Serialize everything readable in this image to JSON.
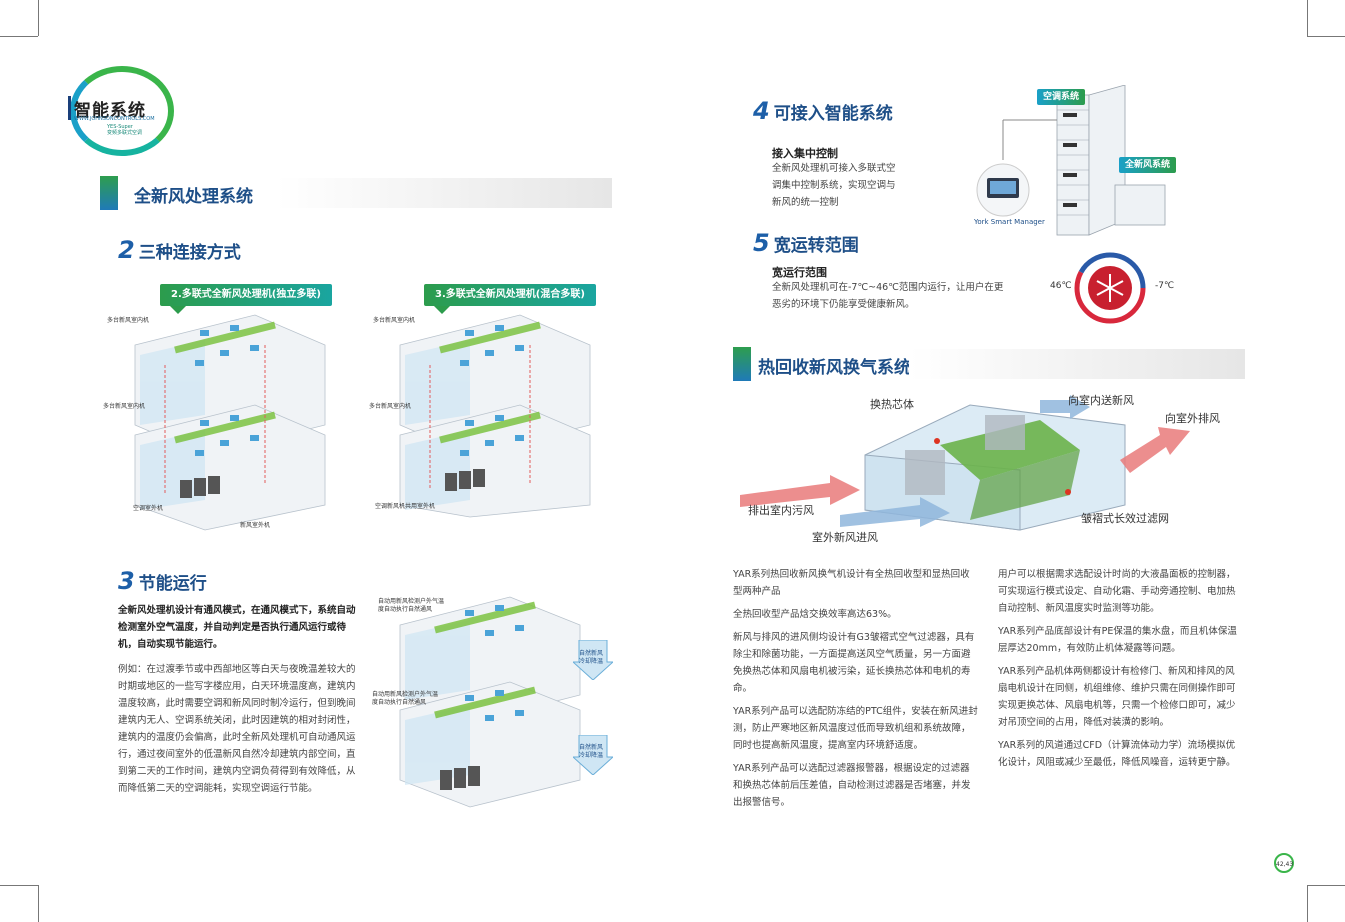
{
  "logo": {
    "title": "智能系统",
    "url": "WWW.JOHNSONCONTROLS.COM",
    "sub_line1": "YES-Super",
    "sub_line2": "变频多联式空调"
  },
  "left": {
    "section_title": "全新风处理系统",
    "s2": {
      "num": "2",
      "title": "三种连接方式"
    },
    "diagram_a": {
      "pill": "2.多联式全新风处理机(独立多联)",
      "label_top": "多台新风室内机",
      "label_mid": "多台新风室内机",
      "label_bl": "空调室外机",
      "label_br": "新风室外机"
    },
    "diagram_b": {
      "pill": "3.多联式全新风处理机(混合多联)",
      "label_top": "多台新风室内机",
      "label_mid": "多台新风室内机",
      "label_bottom": "空调新风机共用室外机"
    },
    "s3": {
      "num": "3",
      "title": "节能运行"
    },
    "s3_bold": "全新风处理机设计有通风模式，在通风模式下，系统自动检测室外空气温度，并自动判定是否执行通风运行或待机，自动实现节能运行。",
    "s3_body": "例如：在过渡季节或中西部地区等白天与夜晚温差较大的时期或地区的一些写字楼应用，白天环境温度高，建筑内温度较高，此时需要空调和新风同时制冷运行，但到晚间建筑内无人、空调系统关闭，此时因建筑的相对封闭性，建筑内的温度仍会偏高，此时全新风处理机可自动通风运行，通过夜间室外的低温新风自然冷却建筑内部空间，直到第二天的工作时间，建筑内空调负荷得到有效降低，从而降低第二天的空调能耗，实现空调运行节能。",
    "diagram_c": {
      "label1": "自动用新风检测户外气温度自动执行自然通风",
      "label2": "自动用新风检测户外气温度自动执行自然通风",
      "arrow1": "自然新风冷却降温",
      "arrow2": "自然新风冷却降温"
    }
  },
  "right": {
    "s4": {
      "num": "4",
      "title": "可接入智能系统"
    },
    "s4_sub": "接入集中控制",
    "s4_body": "全新风处理机可接入多联式空调集中控制系统，实现空调与新风的统一控制",
    "tag_ac": "空调系统",
    "tag_fresh": "全新风系统",
    "york_label": "York Smart Manager",
    "s5": {
      "num": "5",
      "title": "宽运转范围"
    },
    "s5_sub": "宽运行范围",
    "s5_body": "全新风处理机可在-7℃~46℃范围内运行，让用户在更恶劣的环境下仍能享受健康新风。",
    "temp_high": "46℃",
    "temp_low": "-7℃",
    "section_title": "热回收新风换气系统",
    "hrv": {
      "core": "换热芯体",
      "supply_in": "向室内送新风",
      "exhaust_out": "向室外排风",
      "return_dirty": "排出室内污风",
      "fresh_in": "室外新风进风",
      "filter": "皱褶式长效过滤网"
    },
    "col1": [
      "YAR系列热回收新风换气机设计有全热回收型和显热回收型两种产品",
      "全热回收型产品焓交换效率高达63%。",
      "新风与排风的进风侧均设计有G3皱褶式空气过滤器，具有除尘和除菌功能，一方面提高送风空气质量，另一方面避免换热芯体和风扇电机被污染，延长换热芯体和电机的寿命。",
      "YAR系列产品可以选配防冻结的PTC组件，安装在新风进封测，防止严寒地区新风温度过低而导致机组和系统故障，同时也提高新风温度，提高室内环境舒适度。",
      "YAR系列产品可以选配过滤器报警器，根据设定的过滤器和换热芯体前后压差值，自动检测过滤器是否堵塞，并发出报警信号。"
    ],
    "col2": [
      "用户可以根据需求选配设计时尚的大液晶面板的控制器，可实现运行模式设定、自动化霜、手动旁通控制、电加热自动控制、新风温度实时监测等功能。",
      "YAR系列产品底部设计有PE保温的集水盘，而且机体保温层厚达20mm，有效防止机体凝露等问题。",
      "YAR系列产品机体两侧都设计有检修门、新风和排风的风扇电机设计在同侧，机组维修、维护只需在同侧操作即可实现更换芯体、风扇电机等，只需一个检修口即可，减少对吊顶空间的占用，降低对装潢的影响。",
      "YAR系列的风道通过CFD（计算流体动力学）流场模拟优化设计，风阻或减少至最低，降低风噪音，运转更宁静。"
    ]
  },
  "page_number": "42,43",
  "colors": {
    "brand_blue": "#1e4f88",
    "brand_green": "#2c9c4c",
    "teal": "#1aa5a0"
  }
}
